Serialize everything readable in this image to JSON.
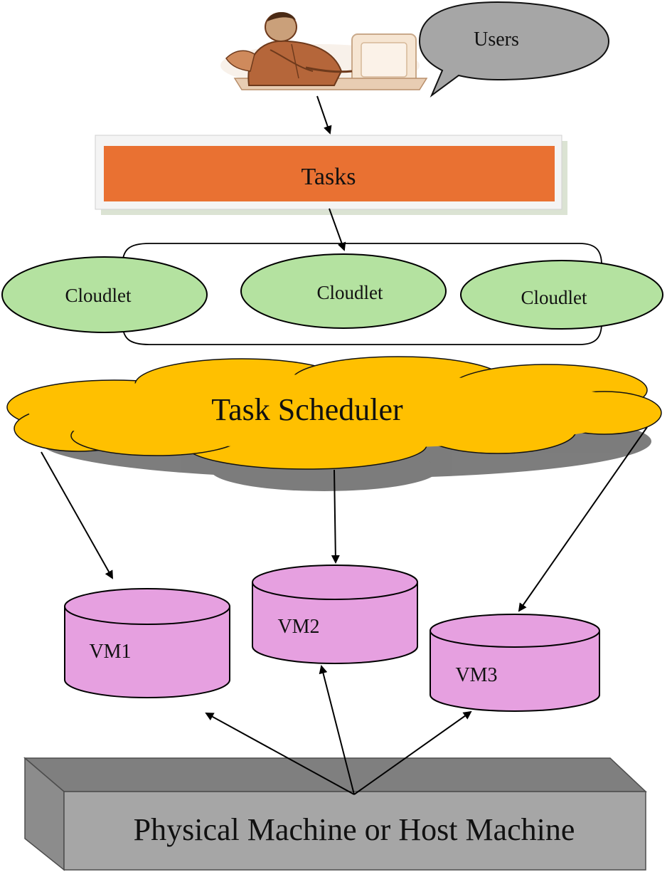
{
  "users": {
    "label": "Users"
  },
  "tasks": {
    "label": "Tasks"
  },
  "cloudlets": [
    {
      "label": "Cloudlet"
    },
    {
      "label": "Cloudlet"
    },
    {
      "label": "Cloudlet"
    }
  ],
  "scheduler": {
    "label": "Task Scheduler"
  },
  "vms": [
    {
      "label": "VM1"
    },
    {
      "label": "VM2"
    },
    {
      "label": "VM3"
    }
  ],
  "host": {
    "label": "Physical Machine or Host Machine"
  },
  "colors": {
    "tasks_fill": "#E97132",
    "cloudlet_fill": "#B4E2A0",
    "scheduler_fill": "#FFC000",
    "vm_fill": "#E6A0E0",
    "host_fill": "#A6A6A6",
    "bubble_fill": "#A6A6A6"
  }
}
